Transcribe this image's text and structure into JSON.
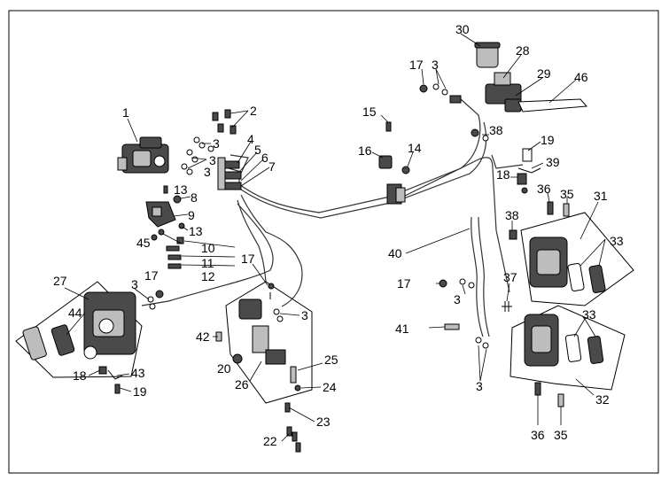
{
  "diagram": {
    "labels": [
      "1",
      "2",
      "3",
      "3",
      "3",
      "4",
      "5",
      "6",
      "7",
      "8",
      "9",
      "13",
      "13",
      "10",
      "11",
      "12",
      "45",
      "17",
      "3",
      "27",
      "44",
      "18",
      "43",
      "19",
      "17",
      "3",
      "42",
      "20",
      "26",
      "25",
      "24",
      "23",
      "22",
      "15",
      "16",
      "14",
      "17",
      "3",
      "30",
      "28",
      "29",
      "46",
      "38",
      "19",
      "39",
      "18",
      "36",
      "35",
      "31",
      "33",
      "38",
      "40",
      "17",
      "3",
      "37",
      "41",
      "3",
      "33",
      "32",
      "36",
      "35"
    ]
  }
}
